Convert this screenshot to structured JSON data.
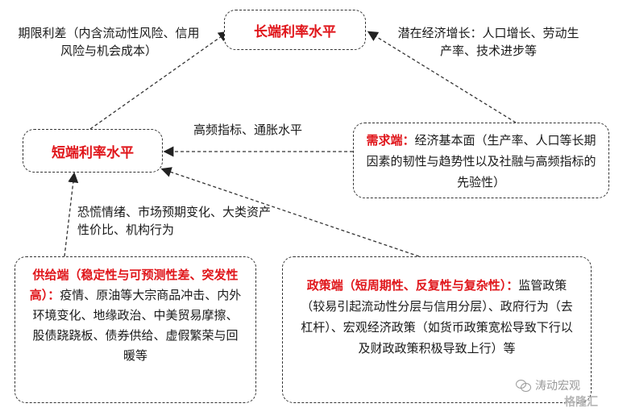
{
  "nodes": {
    "long_rate": "长端利率水平",
    "short_rate": "短端利率水平",
    "demand": {
      "head": "需求端：",
      "body": "经济基本面（生产率、人口等长期因素的韧性与趋势性以及社融与高频指标的先验性）"
    },
    "supply": {
      "head": "供给端（稳定性与可预测性差、突发性高）：",
      "body": "疫情、原油等大宗商品冲击、内外环境变化、地缘政治、中美贸易摩擦、股债跷跷板、债券供给、虚假繁荣与回暖等"
    },
    "policy": {
      "head": "政策端（短周期性、反复性与复杂性）：",
      "body": "监管政策（较易引起流动性分层与信用分层）、政府行为（去杠杆）、宏观经济政策（如货币政策宽松导致下行以及财政政策积极导致上行）等"
    }
  },
  "edge_labels": {
    "term_premium": "期限利差（内含流动性风险、信用风险与机会成本）",
    "growth": "潜在经济增长：人口增长、劳动生产率、技术进步等",
    "high_freq": "高频指标、通胀水平",
    "panic": "恐慌情绪、市场预期变化、大类资产性价比、机构行为"
  },
  "watermark": {
    "main": "涛动宏观",
    "sub": "格隆汇"
  },
  "colors": {
    "highlight": "#e0161b",
    "border": "#333333"
  },
  "icons": [
    "wechat-icon"
  ]
}
